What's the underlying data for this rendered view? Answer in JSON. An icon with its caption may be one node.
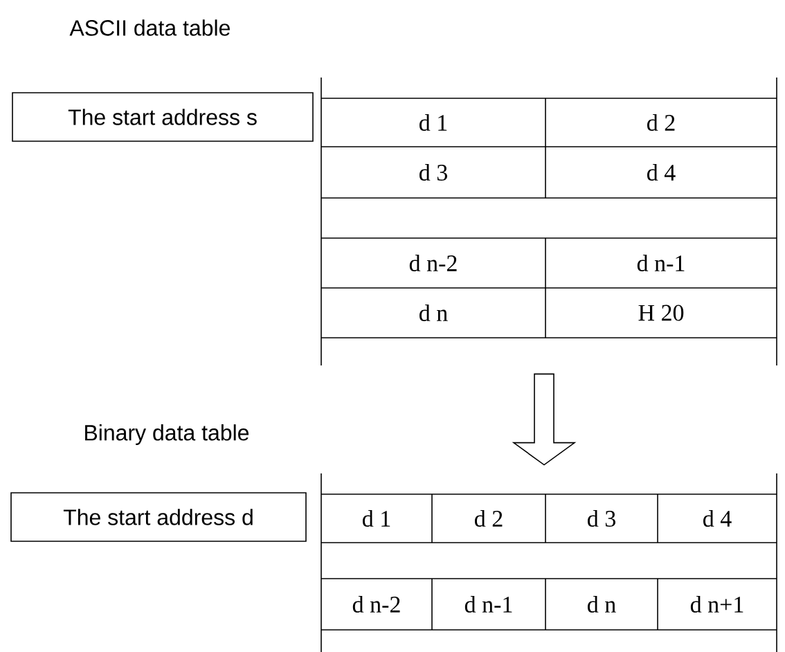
{
  "diagram": {
    "nodes": [
      {
        "text": [
          "The start address s"
        ]
      },
      {
        "text": [
          "ASCII data table"
        ]
      },
      {
        "text": [
          "d 1"
        ],
        "in": 1
      },
      {
        "text": [
          "d 2"
        ],
        "in": 1
      },
      {
        "text": [
          "d 3"
        ],
        "in": 1
      },
      {
        "text": [
          "d 4"
        ],
        "in": 1
      },
      {
        "text": [
          "d n-2"
        ],
        "in": 1
      },
      {
        "text": [
          "d n-1"
        ],
        "in": 1
      },
      {
        "text": [
          "d n"
        ],
        "in": 1
      },
      {
        "text": [
          "H 20"
        ],
        "in": 1
      },
      {
        "text": [
          "The start address d"
        ]
      },
      {
        "text": [
          "Binary data table"
        ]
      },
      {
        "text": [
          "d 1"
        ],
        "in": 11
      },
      {
        "text": [
          "d 2"
        ],
        "in": 11
      },
      {
        "text": [
          "d 3"
        ],
        "in": 11
      },
      {
        "text": [
          "d 4"
        ],
        "in": 11
      },
      {
        "text": [
          "d n-2"
        ],
        "in": 11
      },
      {
        "text": [
          "d n-1"
        ],
        "in": 11
      },
      {
        "text": [
          "d n"
        ],
        "in": 11
      },
      {
        "text": [
          "d n+1"
        ],
        "in": 11
      }
    ],
    "edges": [
      {
        "from": 1,
        "to": 11,
        "arrow": "to"
      }
    ]
  }
}
